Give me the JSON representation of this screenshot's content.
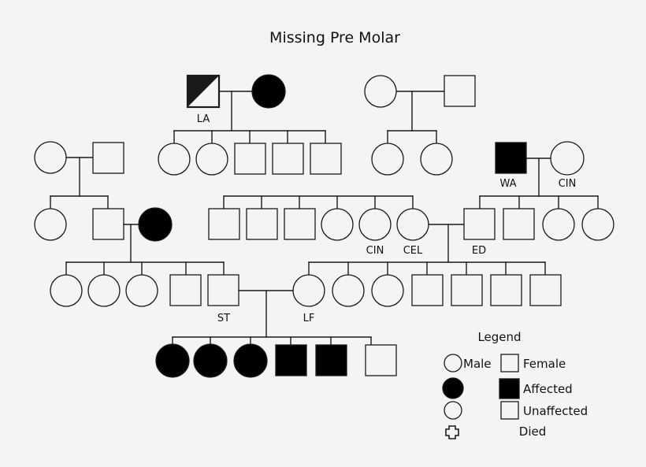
{
  "chart": {
    "title": "Missing Pre Molar",
    "type": "pedigree",
    "background_color": "#f4f4f4",
    "line_color": "#1a1a1a",
    "affected_color": "#000000",
    "unaffected_color": "#f4f4f4"
  },
  "legend": {
    "title": "Legend",
    "entries": [
      {
        "symbol": "circle-open",
        "label": "Male"
      },
      {
        "symbol": "square-open",
        "label": "Female"
      },
      {
        "symbol": "circle-filled",
        "label": "Affected"
      },
      {
        "symbol": "square-filled",
        "label": "Affected"
      },
      {
        "symbol": "circle-open",
        "label": "Unaffected"
      },
      {
        "symbol": "square-open",
        "label": "Unaffected"
      },
      {
        "symbol": "cross-open",
        "label": "Died"
      }
    ],
    "row_labels": [
      "Male",
      "Female",
      "Affected",
      "Unaffected",
      "Died"
    ]
  },
  "generations": [
    {
      "id": "gen-1",
      "index": 1,
      "families": [
        {
          "id": "family-la",
          "parents": [
            {
              "id": "la",
              "shape": "square",
              "fill": "half",
              "label": "LA"
            },
            {
              "id": "la-spouse",
              "shape": "circle",
              "fill": "filled",
              "label": ""
            }
          ],
          "children_count": 5
        },
        {
          "id": "family-top-right",
          "parents": [
            {
              "id": "tr-mother",
              "shape": "circle",
              "fill": "open",
              "label": ""
            },
            {
              "id": "tr-father",
              "shape": "square",
              "fill": "open",
              "label": ""
            }
          ],
          "children_count": 2
        }
      ]
    },
    {
      "id": "gen-2",
      "index": 2,
      "nodes": [
        {
          "id": "g2-left-circle",
          "shape": "circle",
          "fill": "open",
          "label": ""
        },
        {
          "id": "g2-left-square",
          "shape": "square",
          "fill": "open",
          "label": ""
        },
        {
          "id": "g2-la-c1",
          "shape": "circle",
          "fill": "open",
          "label": ""
        },
        {
          "id": "g2-la-c2",
          "shape": "circle",
          "fill": "open",
          "label": ""
        },
        {
          "id": "g2-la-c3",
          "shape": "square",
          "fill": "open",
          "label": ""
        },
        {
          "id": "g2-la-c4",
          "shape": "square",
          "fill": "open",
          "label": ""
        },
        {
          "id": "g2-la-c5",
          "shape": "square",
          "fill": "open",
          "label": ""
        },
        {
          "id": "g2-tr-c1",
          "shape": "circle",
          "fill": "open",
          "label": ""
        },
        {
          "id": "g2-tr-c2",
          "shape": "circle",
          "fill": "open",
          "label": ""
        },
        {
          "id": "wa",
          "shape": "square",
          "fill": "filled",
          "label": "WA"
        },
        {
          "id": "cin-top",
          "shape": "circle",
          "fill": "open",
          "label": "CIN"
        }
      ]
    },
    {
      "id": "gen-3",
      "index": 3,
      "nodes": [
        {
          "id": "g3-a",
          "shape": "circle",
          "fill": "open",
          "label": ""
        },
        {
          "id": "g3-b",
          "shape": "square",
          "fill": "open",
          "label": ""
        },
        {
          "id": "g3-c",
          "shape": "circle",
          "fill": "filled",
          "label": ""
        },
        {
          "id": "g3-d",
          "shape": "square",
          "fill": "open",
          "label": ""
        },
        {
          "id": "g3-e",
          "shape": "square",
          "fill": "open",
          "label": ""
        },
        {
          "id": "g3-f",
          "shape": "square",
          "fill": "open",
          "label": ""
        },
        {
          "id": "g3-g",
          "shape": "circle",
          "fill": "open",
          "label": ""
        },
        {
          "id": "g3-cin",
          "shape": "circle",
          "fill": "open",
          "label": "CIN"
        },
        {
          "id": "g3-cel",
          "shape": "circle",
          "fill": "open",
          "label": "CEL"
        },
        {
          "id": "g3-ed",
          "shape": "square",
          "fill": "open",
          "label": "ED"
        },
        {
          "id": "g3-i",
          "shape": "square",
          "fill": "open",
          "label": ""
        },
        {
          "id": "g3-j",
          "shape": "circle",
          "fill": "open",
          "label": ""
        },
        {
          "id": "g3-k",
          "shape": "circle",
          "fill": "open",
          "label": ""
        }
      ]
    },
    {
      "id": "gen-4",
      "index": 4,
      "nodes": [
        {
          "id": "g4-a",
          "shape": "circle",
          "fill": "open",
          "label": ""
        },
        {
          "id": "g4-b",
          "shape": "circle",
          "fill": "open",
          "label": ""
        },
        {
          "id": "g4-c",
          "shape": "circle",
          "fill": "open",
          "label": ""
        },
        {
          "id": "g4-d",
          "shape": "square",
          "fill": "open",
          "label": ""
        },
        {
          "id": "g4-st",
          "shape": "square",
          "fill": "open",
          "label": "ST"
        },
        {
          "id": "g4-lf",
          "shape": "circle",
          "fill": "open",
          "label": "LF"
        },
        {
          "id": "g4-f",
          "shape": "circle",
          "fill": "open",
          "label": ""
        },
        {
          "id": "g4-g",
          "shape": "circle",
          "fill": "open",
          "label": ""
        },
        {
          "id": "g4-h",
          "shape": "square",
          "fill": "open",
          "label": ""
        },
        {
          "id": "g4-i",
          "shape": "square",
          "fill": "open",
          "label": ""
        },
        {
          "id": "g4-j",
          "shape": "square",
          "fill": "open",
          "label": ""
        },
        {
          "id": "g4-k",
          "shape": "square",
          "fill": "open",
          "label": ""
        }
      ]
    },
    {
      "id": "gen-5",
      "index": 5,
      "nodes": [
        {
          "id": "g5-a",
          "shape": "circle",
          "fill": "filled",
          "label": ""
        },
        {
          "id": "g5-b",
          "shape": "circle",
          "fill": "filled",
          "label": ""
        },
        {
          "id": "g5-c",
          "shape": "circle",
          "fill": "filled",
          "label": ""
        },
        {
          "id": "g5-d",
          "shape": "square",
          "fill": "filled",
          "label": ""
        },
        {
          "id": "g5-e",
          "shape": "square",
          "fill": "filled",
          "label": ""
        },
        {
          "id": "g5-f",
          "shape": "square",
          "fill": "open",
          "label": ""
        }
      ]
    }
  ],
  "labels": {
    "la": "LA",
    "wa": "WA",
    "cin_top": "CIN",
    "cin_mid": "CIN",
    "cel": "CEL",
    "ed": "ED",
    "st": "ST",
    "lf": "LF"
  }
}
